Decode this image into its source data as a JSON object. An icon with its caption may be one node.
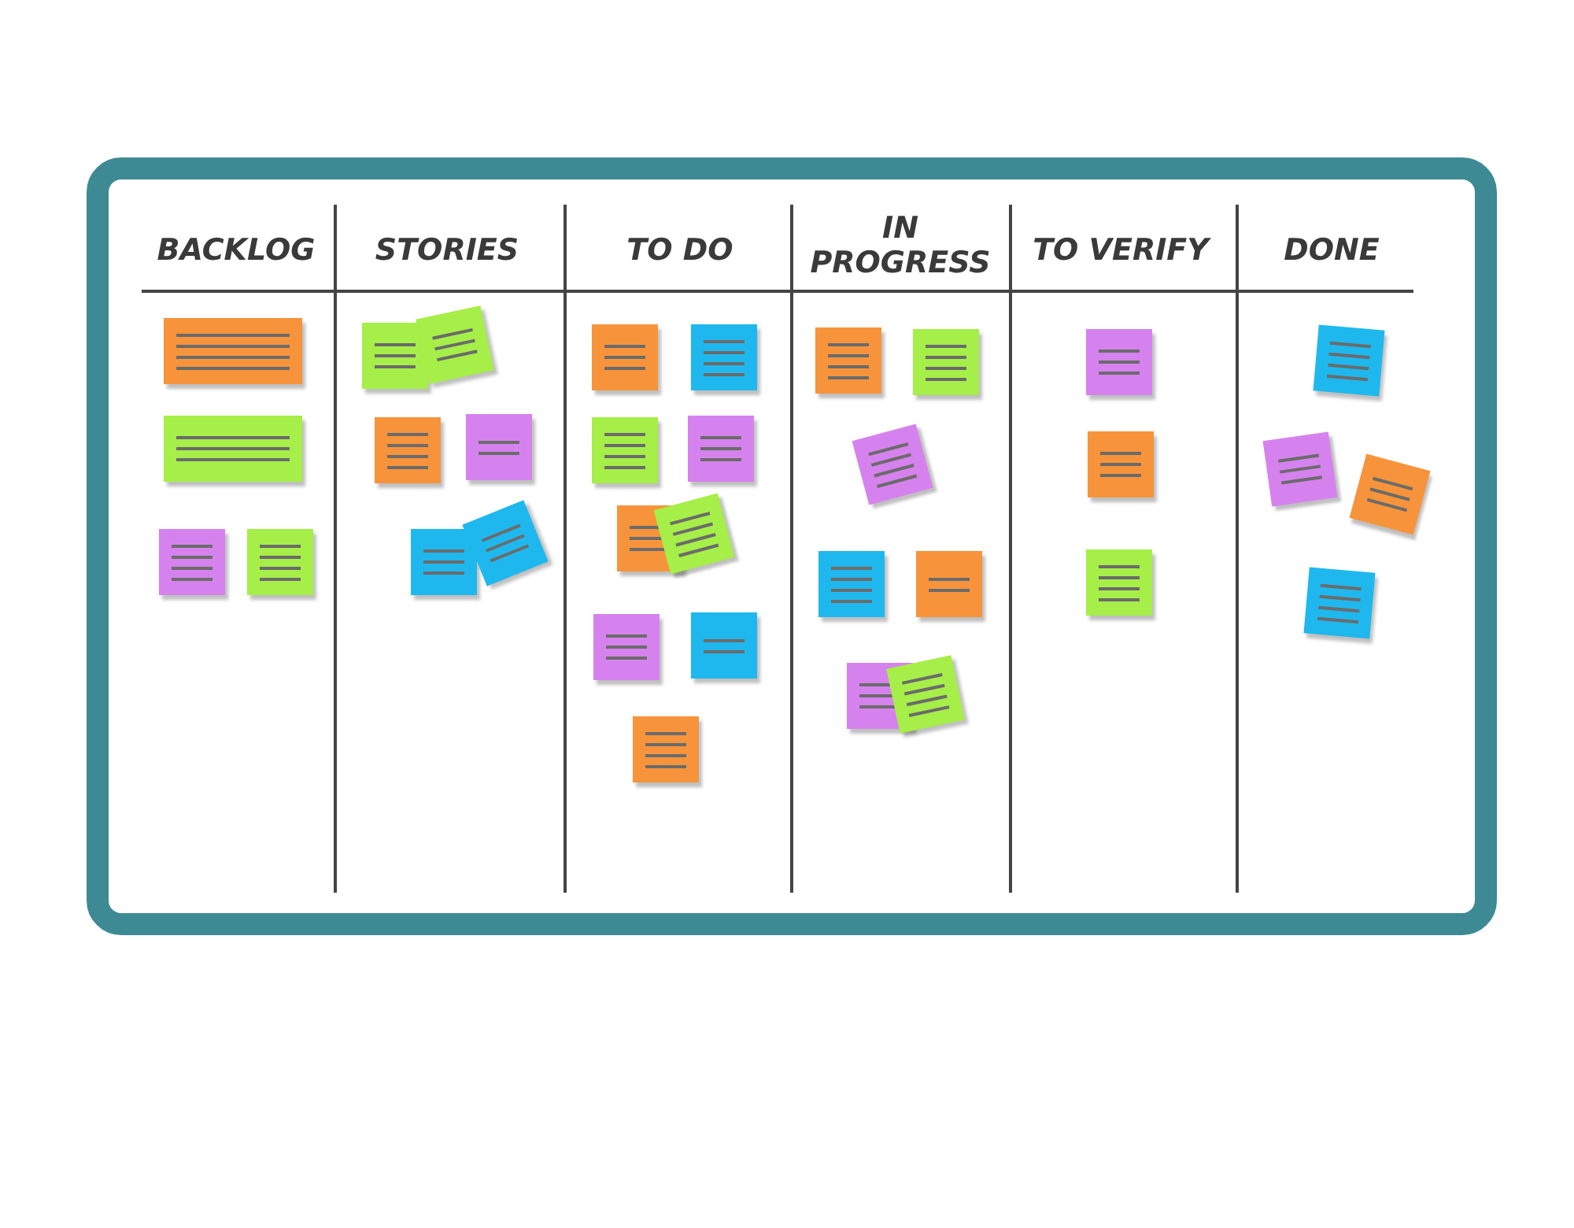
{
  "diagram": {
    "labels": [
      "BACKLOG",
      "STORIES",
      "TO DO",
      "IN PROGRESS",
      "TO VERIFY",
      "DONE"
    ]
  }
}
